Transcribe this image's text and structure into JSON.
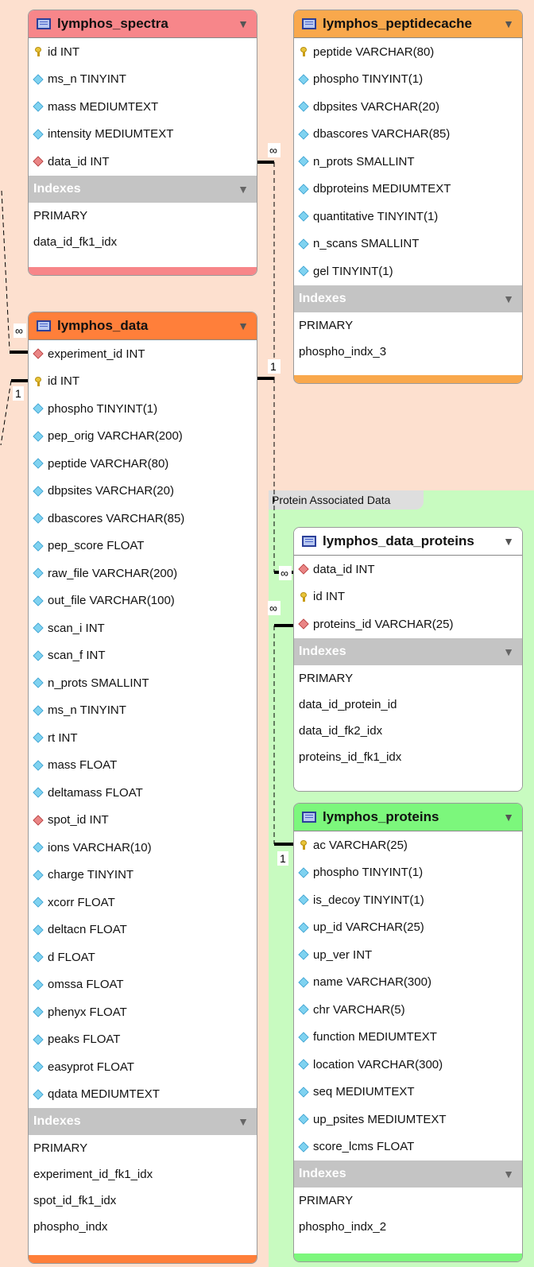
{
  "region": {
    "label": "Protein Associated Data"
  },
  "tables": {
    "spectra": {
      "name": "lymphos_spectra",
      "header_color": "#f7868a",
      "footer_color": "#f78689",
      "columns": [
        {
          "label": "id INT",
          "key": "pk"
        },
        {
          "label": "ms_n TINYINT",
          "key": "col"
        },
        {
          "label": "mass MEDIUMTEXT",
          "key": "col"
        },
        {
          "label": "intensity MEDIUMTEXT",
          "key": "col"
        },
        {
          "label": "data_id INT",
          "key": "fk"
        }
      ],
      "indexes_label": "Indexes",
      "indexes": [
        "PRIMARY",
        "data_id_fk1_idx"
      ]
    },
    "peptidecache": {
      "name": "lymphos_peptidecache",
      "header_color": "#f9a84c",
      "footer_color": "#f9a84c",
      "columns": [
        {
          "label": "peptide VARCHAR(80)",
          "key": "pk"
        },
        {
          "label": "phospho TINYINT(1)",
          "key": "col"
        },
        {
          "label": "dbpsites VARCHAR(20)",
          "key": "col"
        },
        {
          "label": "dbascores VARCHAR(85)",
          "key": "col"
        },
        {
          "label": "n_prots SMALLINT",
          "key": "col"
        },
        {
          "label": "dbproteins MEDIUMTEXT",
          "key": "col"
        },
        {
          "label": "quantitative TINYINT(1)",
          "key": "col"
        },
        {
          "label": "n_scans SMALLINT",
          "key": "col"
        },
        {
          "label": "gel TINYINT(1)",
          "key": "col"
        }
      ],
      "indexes_label": "Indexes",
      "indexes": [
        "PRIMARY",
        "phospho_indx_3"
      ]
    },
    "data": {
      "name": "lymphos_data",
      "header_color": "#ff7f3a",
      "footer_color": "#ff7f3a",
      "columns": [
        {
          "label": "experiment_id INT",
          "key": "fk"
        },
        {
          "label": "id INT",
          "key": "pk"
        },
        {
          "label": "phospho TINYINT(1)",
          "key": "col"
        },
        {
          "label": "pep_orig VARCHAR(200)",
          "key": "col"
        },
        {
          "label": "peptide VARCHAR(80)",
          "key": "col"
        },
        {
          "label": "dbpsites VARCHAR(20)",
          "key": "col"
        },
        {
          "label": "dbascores VARCHAR(85)",
          "key": "col"
        },
        {
          "label": "pep_score FLOAT",
          "key": "col"
        },
        {
          "label": "raw_file VARCHAR(200)",
          "key": "col"
        },
        {
          "label": "out_file VARCHAR(100)",
          "key": "col"
        },
        {
          "label": "scan_i INT",
          "key": "col"
        },
        {
          "label": "scan_f INT",
          "key": "col"
        },
        {
          "label": "n_prots SMALLINT",
          "key": "col"
        },
        {
          "label": "ms_n TINYINT",
          "key": "col"
        },
        {
          "label": "rt INT",
          "key": "col"
        },
        {
          "label": "mass FLOAT",
          "key": "col"
        },
        {
          "label": "deltamass FLOAT",
          "key": "col"
        },
        {
          "label": "spot_id INT",
          "key": "fk"
        },
        {
          "label": "ions VARCHAR(10)",
          "key": "col"
        },
        {
          "label": "charge TINYINT",
          "key": "col"
        },
        {
          "label": "xcorr FLOAT",
          "key": "col"
        },
        {
          "label": "deltacn FLOAT",
          "key": "col"
        },
        {
          "label": "d FLOAT",
          "key": "col"
        },
        {
          "label": "omssa FLOAT",
          "key": "col"
        },
        {
          "label": "phenyx FLOAT",
          "key": "col"
        },
        {
          "label": "peaks FLOAT",
          "key": "col"
        },
        {
          "label": "easyprot FLOAT",
          "key": "col"
        },
        {
          "label": "qdata MEDIUMTEXT",
          "key": "col"
        }
      ],
      "indexes_label": "Indexes",
      "indexes": [
        "PRIMARY",
        "experiment_id_fk1_idx",
        "spot_id_fk1_idx",
        "phospho_indx"
      ]
    },
    "data_proteins": {
      "name": "lymphos_data_proteins",
      "header_color": "#ffffff",
      "footer_color": "#ffffff",
      "columns": [
        {
          "label": "data_id INT",
          "key": "fk"
        },
        {
          "label": "id INT",
          "key": "pk"
        },
        {
          "label": "proteins_id VARCHAR(25)",
          "key": "fk"
        }
      ],
      "indexes_label": "Indexes",
      "indexes": [
        "PRIMARY",
        "data_id_protein_id",
        "data_id_fk2_idx",
        "proteins_id_fk1_idx"
      ]
    },
    "proteins": {
      "name": "lymphos_proteins",
      "header_color": "#7cf77c",
      "footer_color": "#7cf77c",
      "columns": [
        {
          "label": "ac VARCHAR(25)",
          "key": "pk"
        },
        {
          "label": "phospho TINYINT(1)",
          "key": "col"
        },
        {
          "label": "is_decoy TINYINT(1)",
          "key": "col"
        },
        {
          "label": "up_id VARCHAR(25)",
          "key": "col"
        },
        {
          "label": "up_ver INT",
          "key": "col"
        },
        {
          "label": "name VARCHAR(300)",
          "key": "col"
        },
        {
          "label": "chr VARCHAR(5)",
          "key": "col"
        },
        {
          "label": "function MEDIUMTEXT",
          "key": "col"
        },
        {
          "label": "location VARCHAR(300)",
          "key": "col"
        },
        {
          "label": "seq MEDIUMTEXT",
          "key": "col"
        },
        {
          "label": "up_psites MEDIUMTEXT",
          "key": "col"
        },
        {
          "label": "score_lcms FLOAT",
          "key": "col"
        }
      ],
      "indexes_label": "Indexes",
      "indexes": [
        "PRIMARY",
        "phospho_indx_2"
      ]
    }
  },
  "cardinality": {
    "many": "∞",
    "one": "1"
  }
}
